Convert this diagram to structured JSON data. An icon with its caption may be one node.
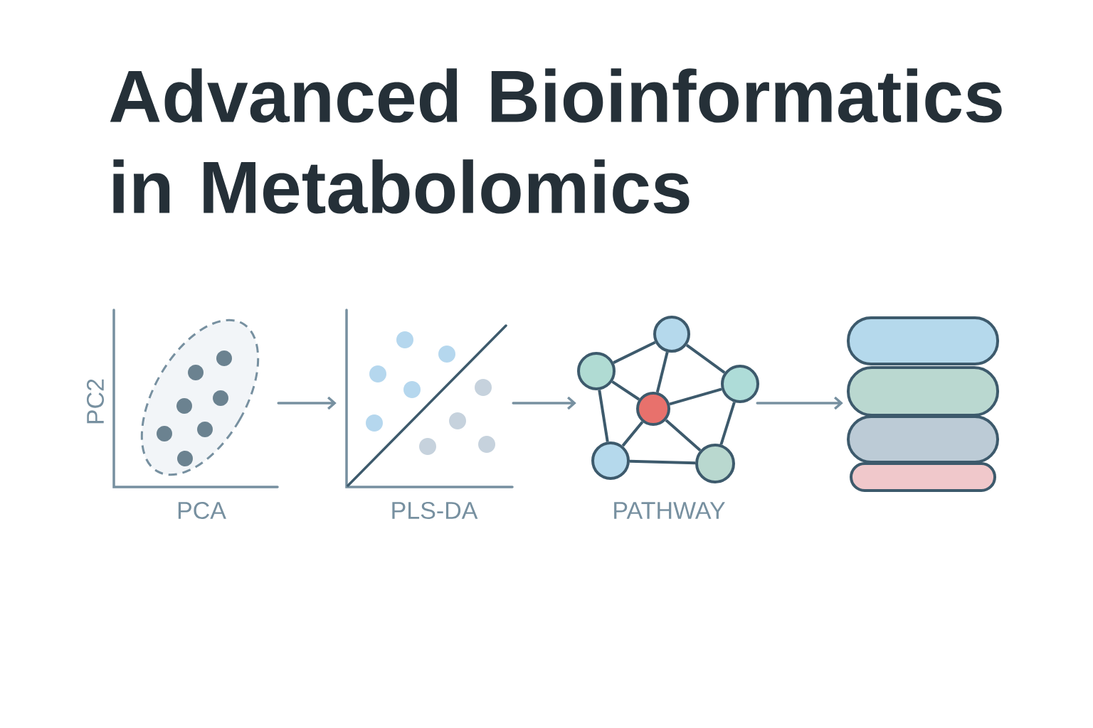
{
  "diagram": {
    "title": "Advanced Bioinformatics in Metabolomics",
    "nodes": [
      {
        "text": [
          "PCA"
        ]
      },
      {
        "text": [
          "PLS-DA"
        ]
      },
      {
        "text": [
          "PATHWAY"
        ]
      },
      {
        "text": [],
        "shape": "circle",
        "in": 2
      },
      {
        "text": [],
        "shape": "circle",
        "in": 2
      },
      {
        "text": [],
        "shape": "circle",
        "in": 2
      },
      {
        "text": [],
        "shape": "circle",
        "in": 2
      },
      {
        "text": [],
        "shape": "circle",
        "in": 2
      },
      {
        "text": [],
        "shape": "circle",
        "in": 2
      },
      {
        "text": [],
        "shape": "cylinder"
      }
    ],
    "edges": [
      {
        "from": 0,
        "to": 1,
        "arrow": "to"
      },
      {
        "from": 1,
        "to": 2,
        "arrow": "to"
      },
      {
        "from": 2,
        "to": 9,
        "arrow": "to"
      },
      {
        "from": 4,
        "to": 3,
        "arrow": "none"
      },
      {
        "from": 3,
        "to": 6,
        "arrow": "none"
      },
      {
        "from": 3,
        "to": 5,
        "arrow": "none"
      },
      {
        "from": 4,
        "to": 6,
        "arrow": "none"
      },
      {
        "from": 5,
        "to": 6,
        "arrow": "none"
      },
      {
        "from": 4,
        "to": 7,
        "arrow": "none"
      },
      {
        "from": 6,
        "to": 8,
        "arrow": "none"
      },
      {
        "from": 6,
        "to": 7,
        "arrow": "none"
      },
      {
        "from": 5,
        "to": 8,
        "arrow": "none"
      },
      {
        "from": 7,
        "to": 8,
        "arrow": "none"
      }
    ],
    "labels": [
      "PC2"
    ]
  }
}
